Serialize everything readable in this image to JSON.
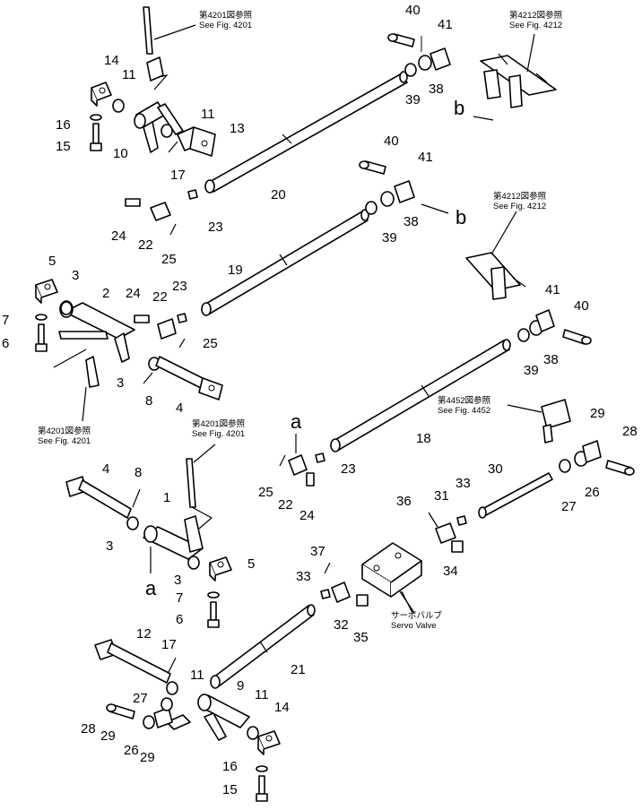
{
  "callouts": [
    "1",
    "2",
    "3",
    "4",
    "5",
    "6",
    "7",
    "8",
    "9",
    "10",
    "11",
    "12",
    "13",
    "14",
    "15",
    "16",
    "17",
    "18",
    "19",
    "20",
    "21",
    "22",
    "23",
    "24",
    "25",
    "26",
    "27",
    "28",
    "29",
    "30",
    "31",
    "32",
    "33",
    "34",
    "35",
    "36",
    "37",
    "38",
    "39",
    "40",
    "41"
  ],
  "letters": {
    "a": "a",
    "b": "b"
  },
  "refs": {
    "fig4201_jp": "第4201図参照",
    "fig4201_en": "See Fig. 4201",
    "fig4212_jp": "第4212図参照",
    "fig4212_en": "See Fig. 4212",
    "fig4452_jp": "第4452図参照",
    "fig4452_en": "See Fig. 4452",
    "servo_jp": "サーボバルブ",
    "servo_en": "Servo Valve"
  }
}
